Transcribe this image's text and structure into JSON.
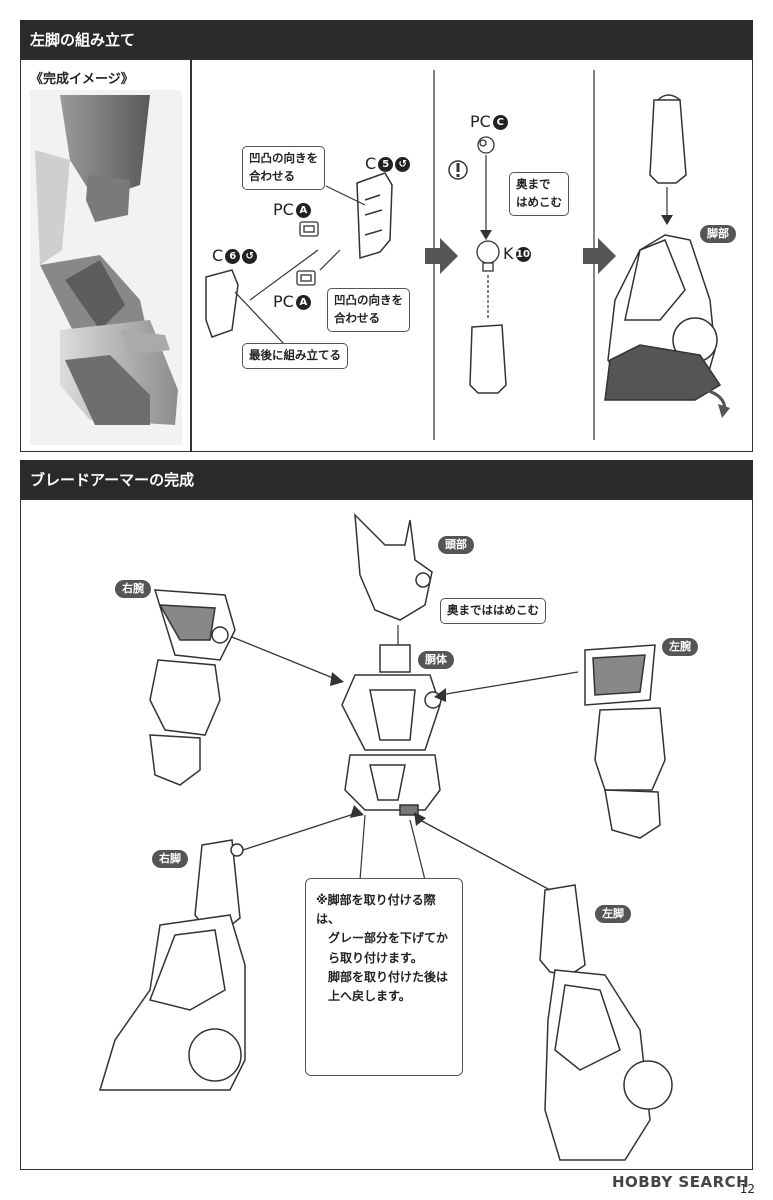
{
  "section1": {
    "title": "左脚の組み立て",
    "image_heading": "《完成イメージ》",
    "note_align_1": "凹凸の向きを\n合わせる",
    "note_align_2": "凹凸の向きを\n合わせる",
    "note_last": "最後に組み立てる",
    "note_press": "奥まで\nはめこむ",
    "code_c5": "C",
    "num_5": "5",
    "code_c6": "C",
    "num_6": "6",
    "code_pca1": "PC",
    "letter_a1": "A",
    "code_pca2": "PC",
    "letter_a2": "A",
    "code_pcc": "PC",
    "letter_c": "C",
    "code_k10": "K",
    "num_10": "10",
    "tag_leg": "脚部"
  },
  "section2": {
    "title": "ブレードアーマーの完成",
    "tag_head": "頭部",
    "tag_right_arm": "右腕",
    "tag_left_arm": "左腕",
    "tag_torso": "胴体",
    "tag_right_leg": "右脚",
    "tag_left_leg": "左脚",
    "note_press": "奥までははめこむ",
    "note_leg": "※脚部を取り付ける際は、\n　グレー部分を下げてか\n　ら取り付けます。\n　脚部を取り付けた後は\n　上へ戻します。"
  },
  "footer": {
    "watermark": "HOBBY SEARCH",
    "page_number": "12"
  }
}
